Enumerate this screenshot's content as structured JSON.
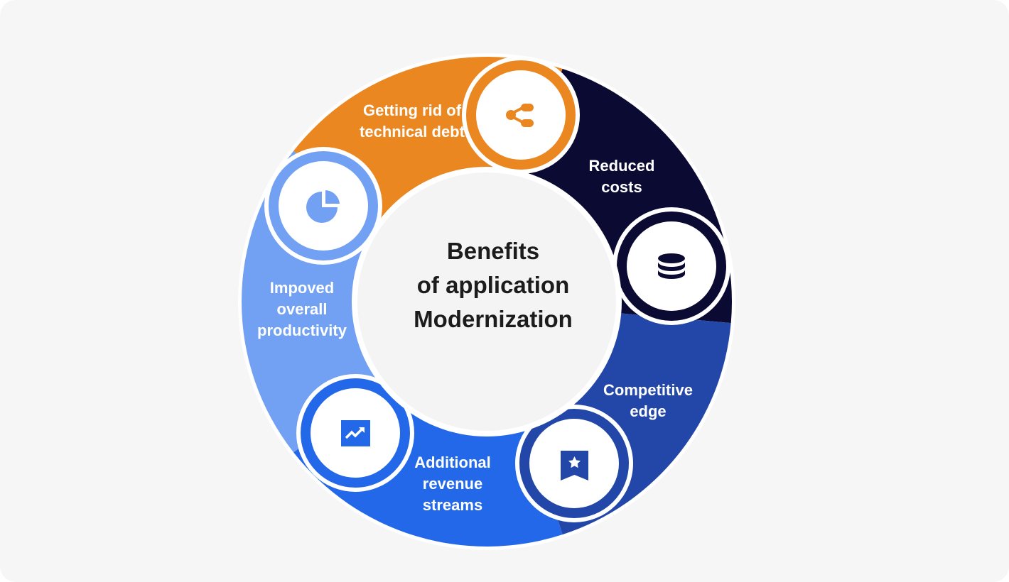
{
  "center_title": [
    "Benefits",
    "of application",
    "Modernization"
  ],
  "segments": [
    {
      "label": [
        "Getting rid of",
        "technical debt"
      ],
      "icon": "share-nodes-icon",
      "color": "#EB8721"
    },
    {
      "label": [
        "Reduced",
        "costs"
      ],
      "icon": "database-icon",
      "color": "#0A0A32"
    },
    {
      "label": [
        "Competitive",
        "edge"
      ],
      "icon": "bookmark-star-icon",
      "color": "#2347A8"
    },
    {
      "label": [
        "Additional",
        "revenue",
        "streams"
      ],
      "icon": "trending-up-icon",
      "color": "#2468EA"
    },
    {
      "label": [
        "Impoved",
        "overall",
        "productivity"
      ],
      "icon": "pie-chart-icon",
      "color": "#72A0F2"
    }
  ]
}
